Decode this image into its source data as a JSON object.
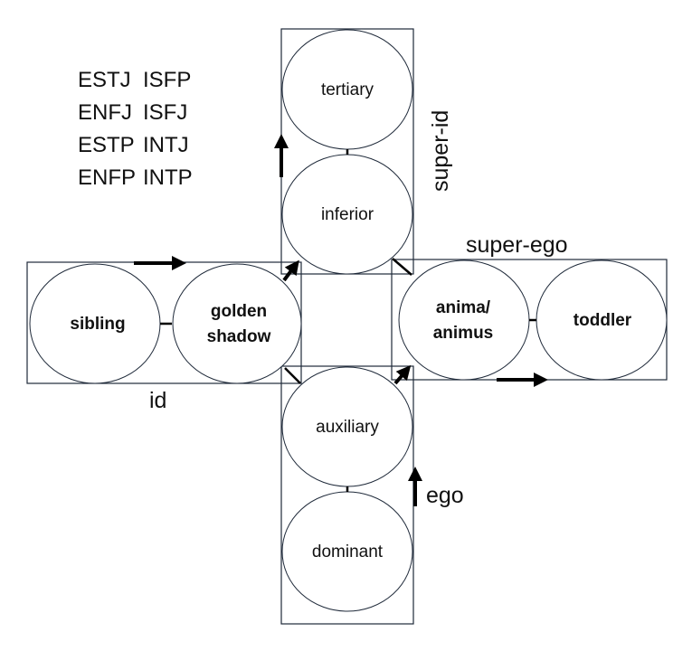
{
  "types": [
    "ESTJ",
    "ISFP",
    "ENFJ",
    "ISFJ",
    "ESTP",
    "INTJ",
    "ENFP",
    "INTP"
  ],
  "groups": {
    "super_id": "super-id",
    "super_ego": "super-ego",
    "id": "id",
    "ego": "ego"
  },
  "functions": {
    "tertiary": "tertiary",
    "inferior": "inferior",
    "sibling": "sibling",
    "golden_1": "golden",
    "golden_2": "shadow",
    "anima_1": "anima/",
    "anima_2": "animus",
    "toddler": "toddler",
    "auxiliary": "auxiliary",
    "dominant": "dominant"
  },
  "colors": {
    "line": "#1f2a3a",
    "arrow": "#000000"
  }
}
